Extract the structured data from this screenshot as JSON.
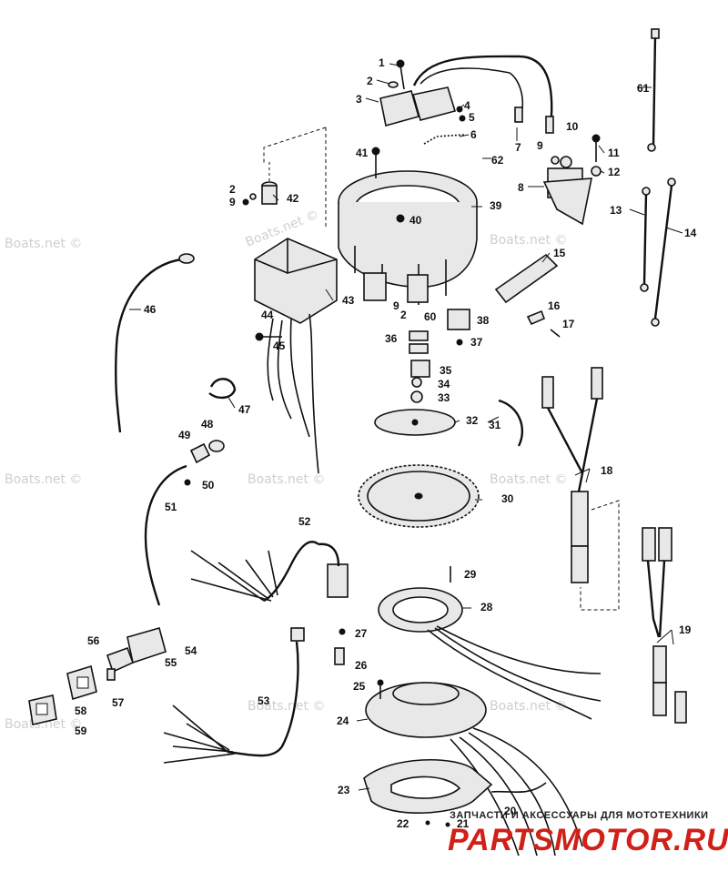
{
  "watermark": {
    "text": "Boats.net ©"
  },
  "brand": {
    "tagline": "ЗАПЧАСТИ И АКСЕССУАРЫ ДЛЯ МОТОТЕХНИКИ",
    "logo": "PARTSMOTOR.RU",
    "accent_color": "#d02018"
  },
  "parts": [
    {
      "label": "1"
    },
    {
      "label": "2"
    },
    {
      "label": "3"
    },
    {
      "label": "4"
    },
    {
      "label": "5"
    },
    {
      "label": "6"
    },
    {
      "label": "7"
    },
    {
      "label": "8"
    },
    {
      "label": "9"
    },
    {
      "label": "10"
    },
    {
      "label": "11"
    },
    {
      "label": "12"
    },
    {
      "label": "13"
    },
    {
      "label": "14"
    },
    {
      "label": "15"
    },
    {
      "label": "16"
    },
    {
      "label": "17"
    },
    {
      "label": "18"
    },
    {
      "label": "19"
    },
    {
      "label": "20"
    },
    {
      "label": "21"
    },
    {
      "label": "22"
    },
    {
      "label": "23"
    },
    {
      "label": "24"
    },
    {
      "label": "25"
    },
    {
      "label": "26"
    },
    {
      "label": "27"
    },
    {
      "label": "28"
    },
    {
      "label": "29"
    },
    {
      "label": "30"
    },
    {
      "label": "31"
    },
    {
      "label": "32"
    },
    {
      "label": "33"
    },
    {
      "label": "34"
    },
    {
      "label": "35"
    },
    {
      "label": "36"
    },
    {
      "label": "37"
    },
    {
      "label": "38"
    },
    {
      "label": "39"
    },
    {
      "label": "40"
    },
    {
      "label": "41"
    },
    {
      "label": "42"
    },
    {
      "label": "43"
    },
    {
      "label": "44"
    },
    {
      "label": "45"
    },
    {
      "label": "46"
    },
    {
      "label": "47"
    },
    {
      "label": "48"
    },
    {
      "label": "49"
    },
    {
      "label": "50"
    },
    {
      "label": "51"
    },
    {
      "label": "52"
    },
    {
      "label": "53"
    },
    {
      "label": "54"
    },
    {
      "label": "55"
    },
    {
      "label": "56"
    },
    {
      "label": "57"
    },
    {
      "label": "58"
    },
    {
      "label": "59"
    },
    {
      "label": "60"
    },
    {
      "label": "61"
    },
    {
      "label": "62"
    },
    {
      "label": "2"
    },
    {
      "label": "9"
    },
    {
      "label": "2"
    },
    {
      "label": "9"
    }
  ]
}
